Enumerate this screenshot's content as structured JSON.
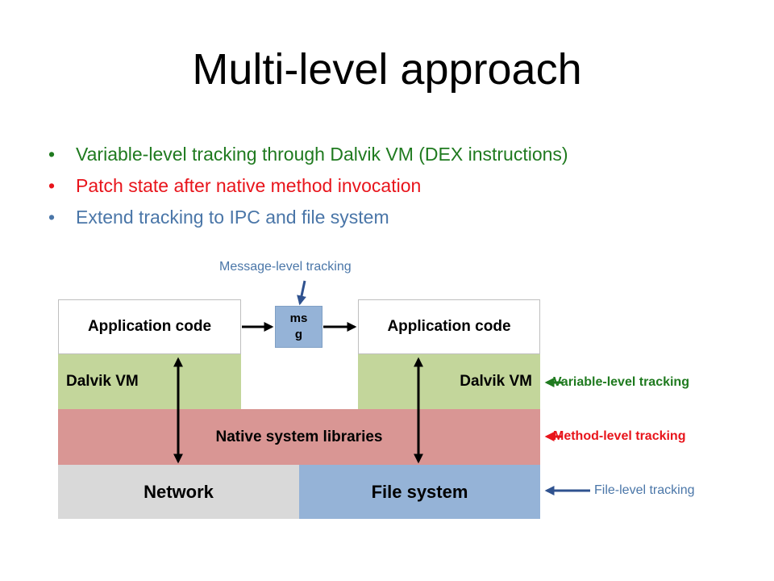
{
  "title": "Multi-level approach",
  "bullets": [
    {
      "text": "Variable-level tracking through Dalvik VM (DEX instructions)",
      "color": "#1F7A1F"
    },
    {
      "text": "Patch state after native method invocation",
      "color": "#E8141B"
    },
    {
      "text": "Extend tracking to IPC and file system",
      "color": "#4A76A8"
    }
  ],
  "diagram": {
    "message_label": "Message-level tracking",
    "app_left": "Application code",
    "app_right": "Application code",
    "msg": "ms g",
    "dalvik_left": "Dalvik VM",
    "dalvik_right": "Dalvik VM",
    "native": "Native system libraries",
    "network": "Network",
    "filesystem": "File system",
    "variable_label": "Variable-level tracking",
    "method_label": "Method-level tracking",
    "file_label": "File-level tracking"
  },
  "colors": {
    "dalvik": "#C3D69B",
    "native": "#D99694",
    "network": "#D9D9D9",
    "filesystem": "#95B3D7",
    "msg": "#95B3D7",
    "variable": "#1F7A1F",
    "method": "#E8141B",
    "file": "#4A76A8"
  }
}
